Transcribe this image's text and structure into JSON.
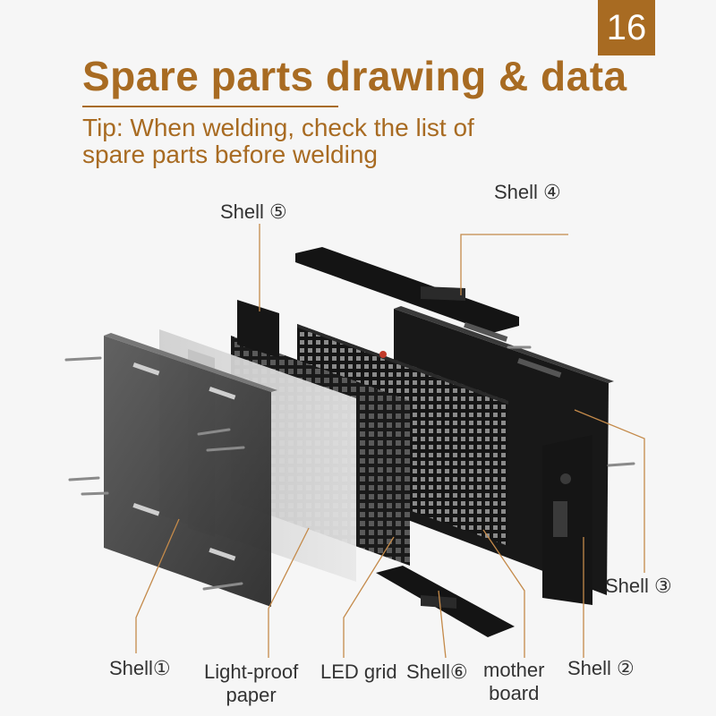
{
  "page_number": "16",
  "title": "Spare parts drawing & data",
  "tip_line1": "Tip: When welding, check the list of",
  "tip_line2": "spare parts before welding",
  "accent_color": "#a86b22",
  "labels": {
    "shell1": "Shell①",
    "light_proof_line1": "Light-proof",
    "light_proof_line2": "paper",
    "led_grid": "LED grid",
    "shell6": "Shell⑥",
    "mother_line1": "mother",
    "mother_line2": "board",
    "shell2": "Shell ②",
    "shell3": "Shell ③",
    "shell4": "Shell ④",
    "shell5": "Shell ⑤"
  }
}
